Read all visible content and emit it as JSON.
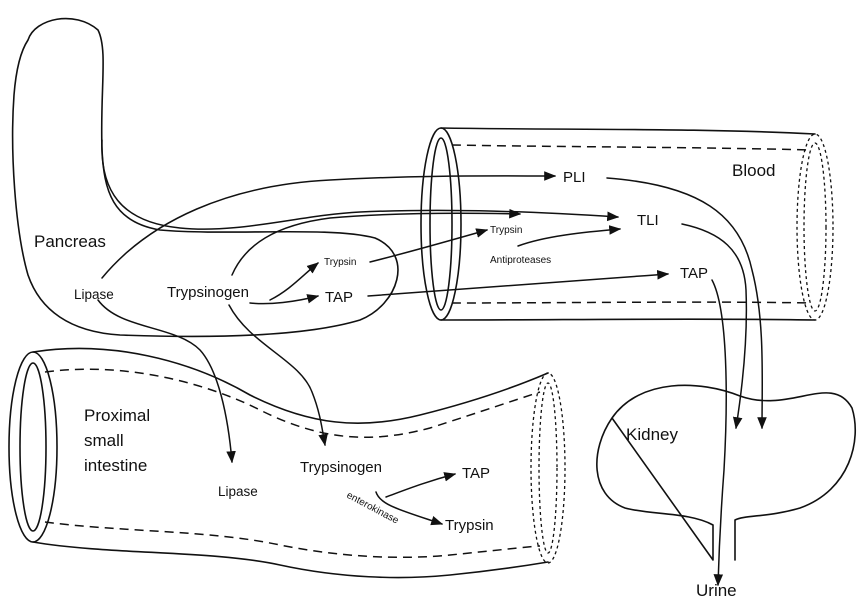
{
  "organs": {
    "pancreas": "Pancreas",
    "blood": "Blood",
    "intestine_line1": "Proximal",
    "intestine_line2": "small",
    "intestine_line3": "intestine",
    "kidney": "Kidney",
    "urine": "Urine"
  },
  "pancreas_labels": {
    "lipase": "Lipase",
    "trypsinogen": "Trypsinogen",
    "trypsin": "Trypsin",
    "tap": "TAP"
  },
  "blood_labels": {
    "pli": "PLI",
    "tli": "TLI",
    "trypsin": "Trypsin",
    "antiproteases": "Antiproteases",
    "tap": "TAP"
  },
  "intestine_labels": {
    "lipase": "Lipase",
    "trypsinogen": "Trypsinogen",
    "tap": "TAP",
    "enterokinase": "enterokinase",
    "trypsin": "Trypsin"
  }
}
